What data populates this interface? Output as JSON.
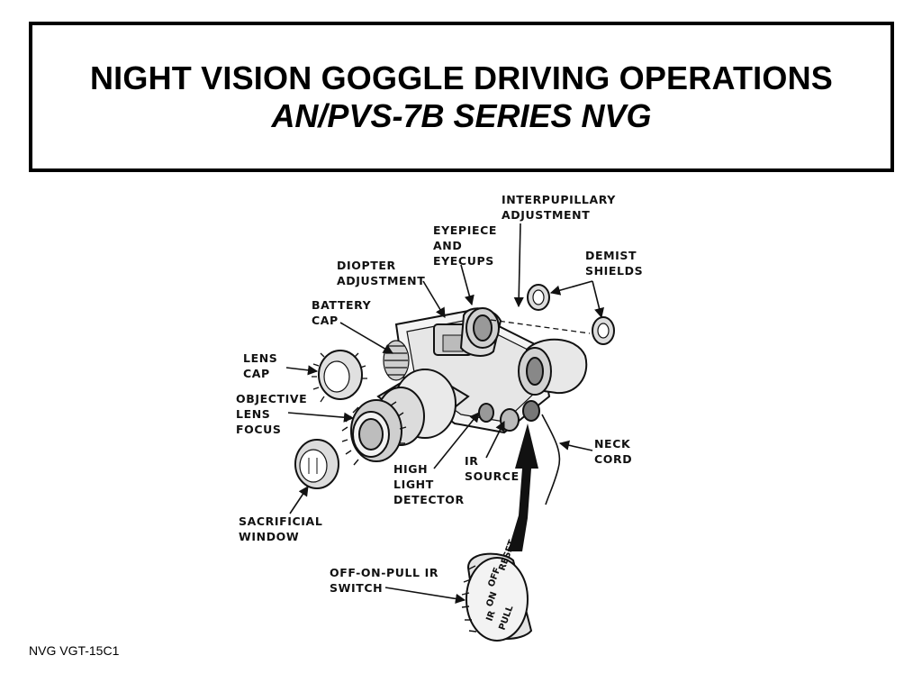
{
  "slide": {
    "title": "NIGHT VISION GOGGLE DRIVING OPERATIONS",
    "subtitle": "AN/PVS-7B SERIES NVG",
    "footer": "NVG VGT-15C1"
  },
  "diagram": {
    "labels": {
      "interpupillary_1": "INTERPUPILLARY",
      "interpupillary_2": "ADJUSTMENT",
      "eyepiece_1": "EYEPIECE",
      "eyepiece_2": "AND",
      "eyepiece_3": "EYECUPS",
      "demist_1": "DEMIST",
      "demist_2": "SHIELDS",
      "diopter_1": "DIOPTER",
      "diopter_2": "ADJUSTMENT",
      "battery_1": "BATTERY",
      "battery_2": "CAP",
      "lens_cap_1": "LENS",
      "lens_cap_2": "CAP",
      "objective_1": "OBJECTIVE",
      "objective_2": "LENS",
      "objective_3": "FOCUS",
      "neck_1": "NECK",
      "neck_2": "CORD",
      "ir_1": "IR",
      "ir_2": "SOURCE",
      "hld_1": "HIGH",
      "hld_2": "LIGHT",
      "hld_3": "DETECTOR",
      "sacrificial_1": "SACRIFICIAL",
      "sacrificial_2": "WINDOW",
      "switch_1": "OFF-ON-PULL IR",
      "switch_2": "SWITCH"
    },
    "switch_positions": {
      "reset": "RESET",
      "off": "OFF",
      "on": "ON",
      "ir": "IR",
      "pull": "PULL"
    }
  }
}
